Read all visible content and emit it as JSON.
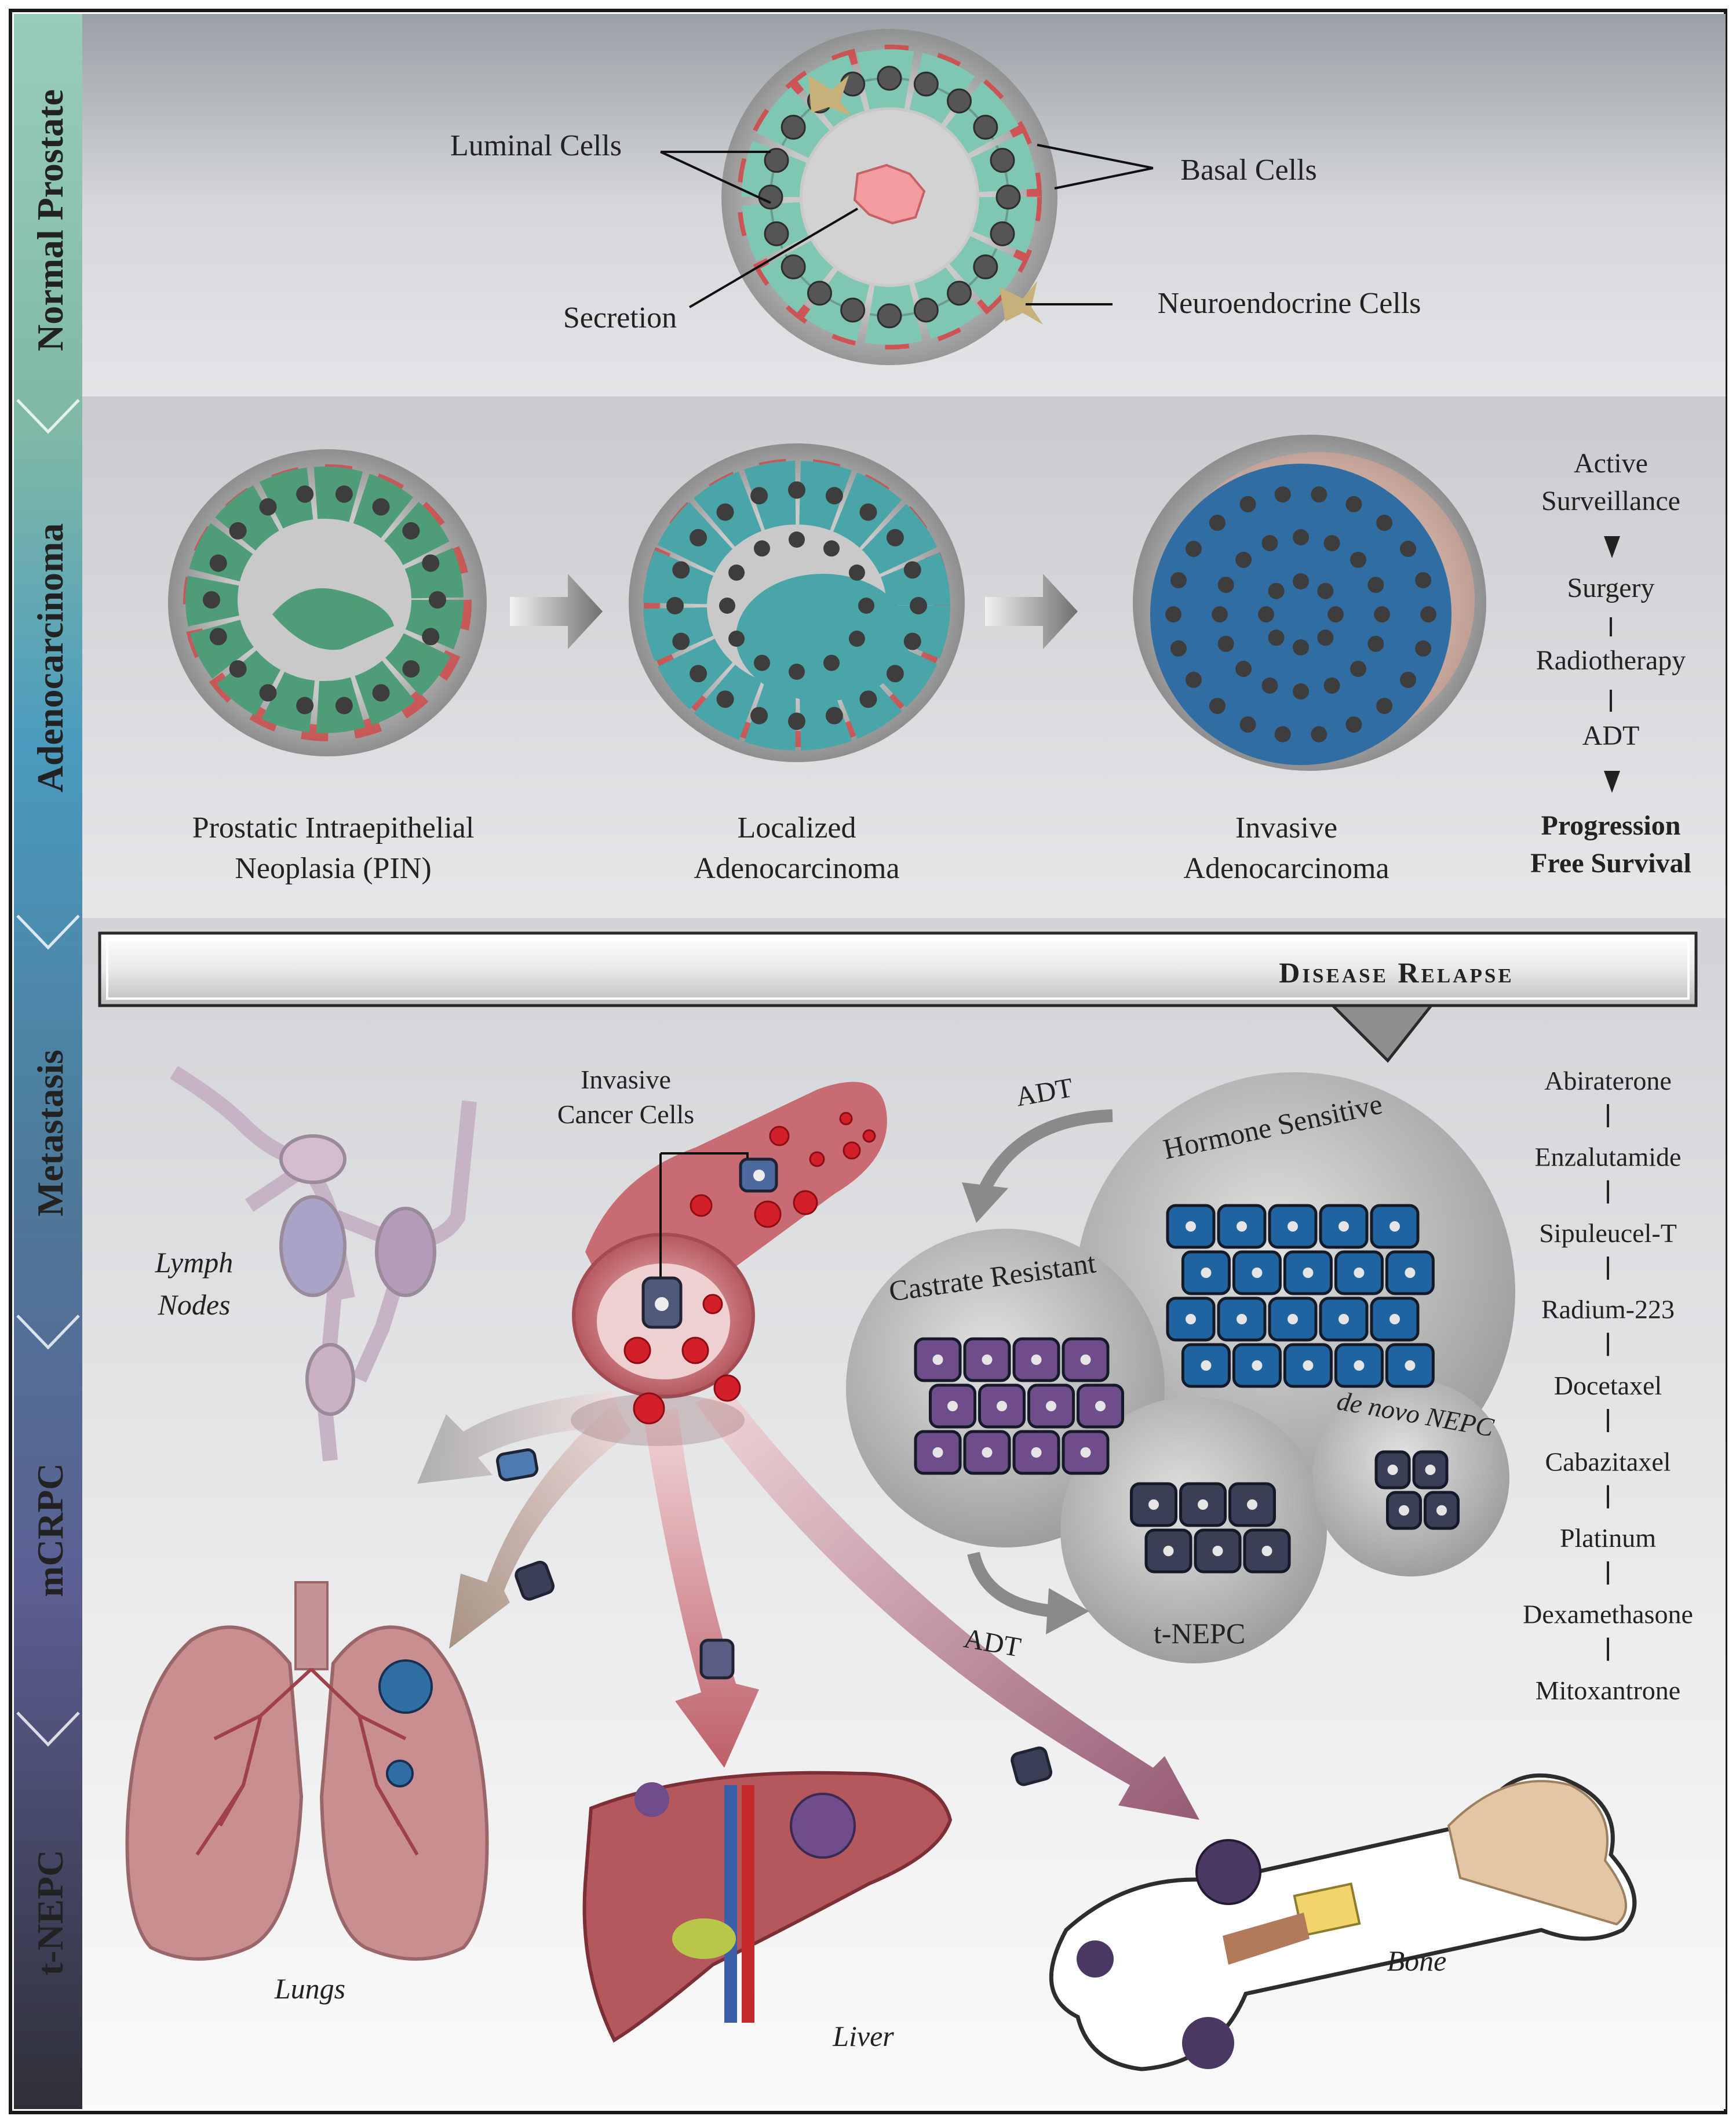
{
  "stages": [
    "Normal Prostate",
    "Adenocarcinoma",
    "Metastasis",
    "mCRPC",
    "t-NEPC"
  ],
  "stage_colors": [
    "#7fb8a6",
    "#4a9bbf",
    "#4d7a9a",
    "#5b5f93",
    "#3c3c4a"
  ],
  "normal": {
    "luminal": "Luminal Cells",
    "basal": "Basal Cells",
    "secretion": "Secretion",
    "neuroendocrine": "Neuroendocrine Cells"
  },
  "adeno": {
    "pin_1": "Prostatic Intraepithelial",
    "pin_2": "Neoplasia  (PIN)",
    "localized_1": "Localized",
    "localized_2": "Adenocarcinoma",
    "invasive_1": "Invasive",
    "invasive_2": "Adenocarcinoma"
  },
  "treatment1": {
    "active_1": "Active",
    "active_2": "Surveillance",
    "surgery": "Surgery",
    "radiotherapy": "Radiotherapy",
    "adt": "ADT",
    "pfs_1": "Progression",
    "pfs_2": "Free Survival"
  },
  "banner": "Disease Relapse",
  "metastasis": {
    "invasive_cells_1": "Invasive",
    "invasive_cells_2": "Cancer Cells",
    "lymph_1": "Lymph",
    "lymph_2": "Nodes",
    "lungs": "Lungs",
    "liver": "Liver",
    "bone": "Bone"
  },
  "cycle": {
    "hormone_sensitive": "Hormone Sensitive",
    "castrate_resistant": "Castrate Resistant",
    "de_novo": "de novo NEPC",
    "t_nepc": "t-NEPC",
    "adt_top": "ADT",
    "adt_bottom": "ADT"
  },
  "drugs": [
    "Abiraterone",
    "Enzalutamide",
    "Sipuleucel-T",
    "Radium-223",
    "Docetaxel",
    "Cabazitaxel",
    "Platinum",
    "Dexamethasone",
    "Mitoxantrone"
  ],
  "colors": {
    "luminal": "#7fc7b2",
    "basal_red": "#d93a3a",
    "pin": "#4f9d78",
    "localized": "#4aa5a8",
    "invasive": "#2f6da3",
    "hormone": "#1f64a0",
    "castrate": "#6e4d8a",
    "nepc": "#3b3f55",
    "tissue": "#b5585e"
  }
}
